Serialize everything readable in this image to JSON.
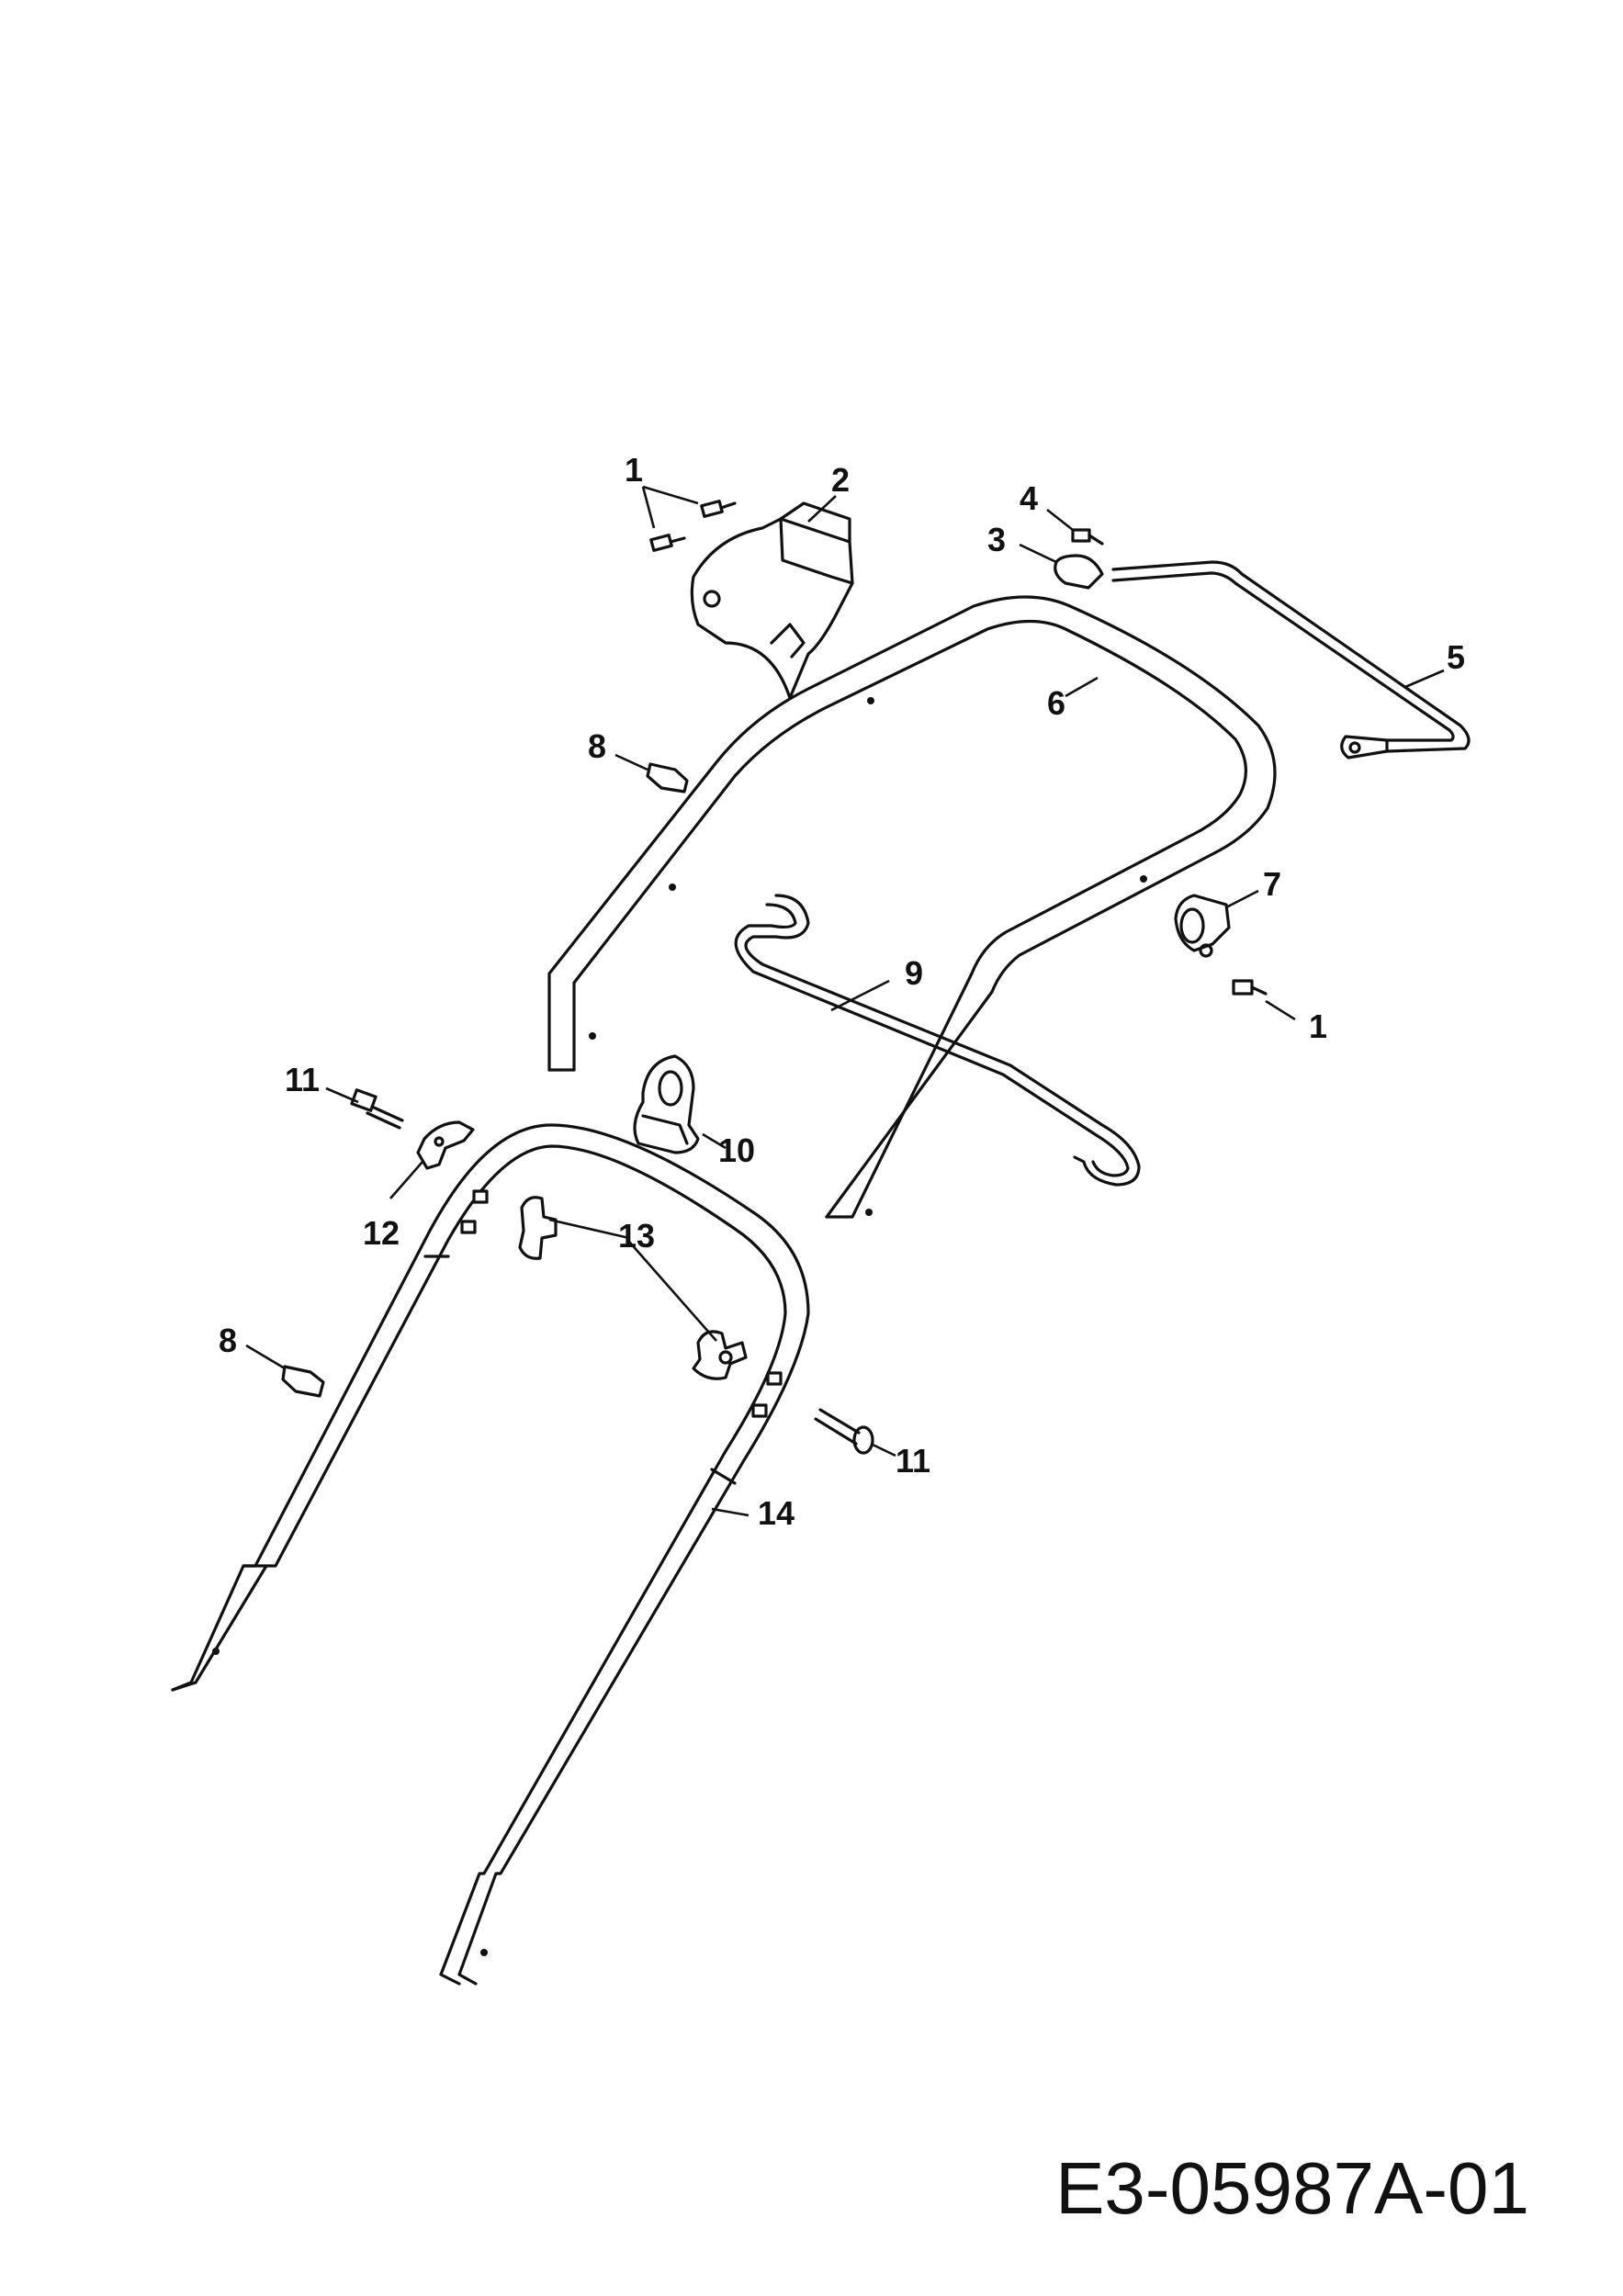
{
  "diagram": {
    "reference_code": "E3-05987A-01",
    "callouts": [
      {
        "key": "c1a",
        "label": "1"
      },
      {
        "key": "c2",
        "label": "2"
      },
      {
        "key": "c3",
        "label": "3"
      },
      {
        "key": "c4",
        "label": "4"
      },
      {
        "key": "c5",
        "label": "5"
      },
      {
        "key": "c6",
        "label": "6"
      },
      {
        "key": "c7",
        "label": "7"
      },
      {
        "key": "c1b",
        "label": "1"
      },
      {
        "key": "c8a",
        "label": "8"
      },
      {
        "key": "c9",
        "label": "9"
      },
      {
        "key": "c10",
        "label": "10"
      },
      {
        "key": "c11a",
        "label": "11"
      },
      {
        "key": "c12",
        "label": "12"
      },
      {
        "key": "c13",
        "label": "13"
      },
      {
        "key": "c8b",
        "label": "8"
      },
      {
        "key": "c11b",
        "label": "11"
      },
      {
        "key": "c14",
        "label": "14"
      }
    ]
  }
}
